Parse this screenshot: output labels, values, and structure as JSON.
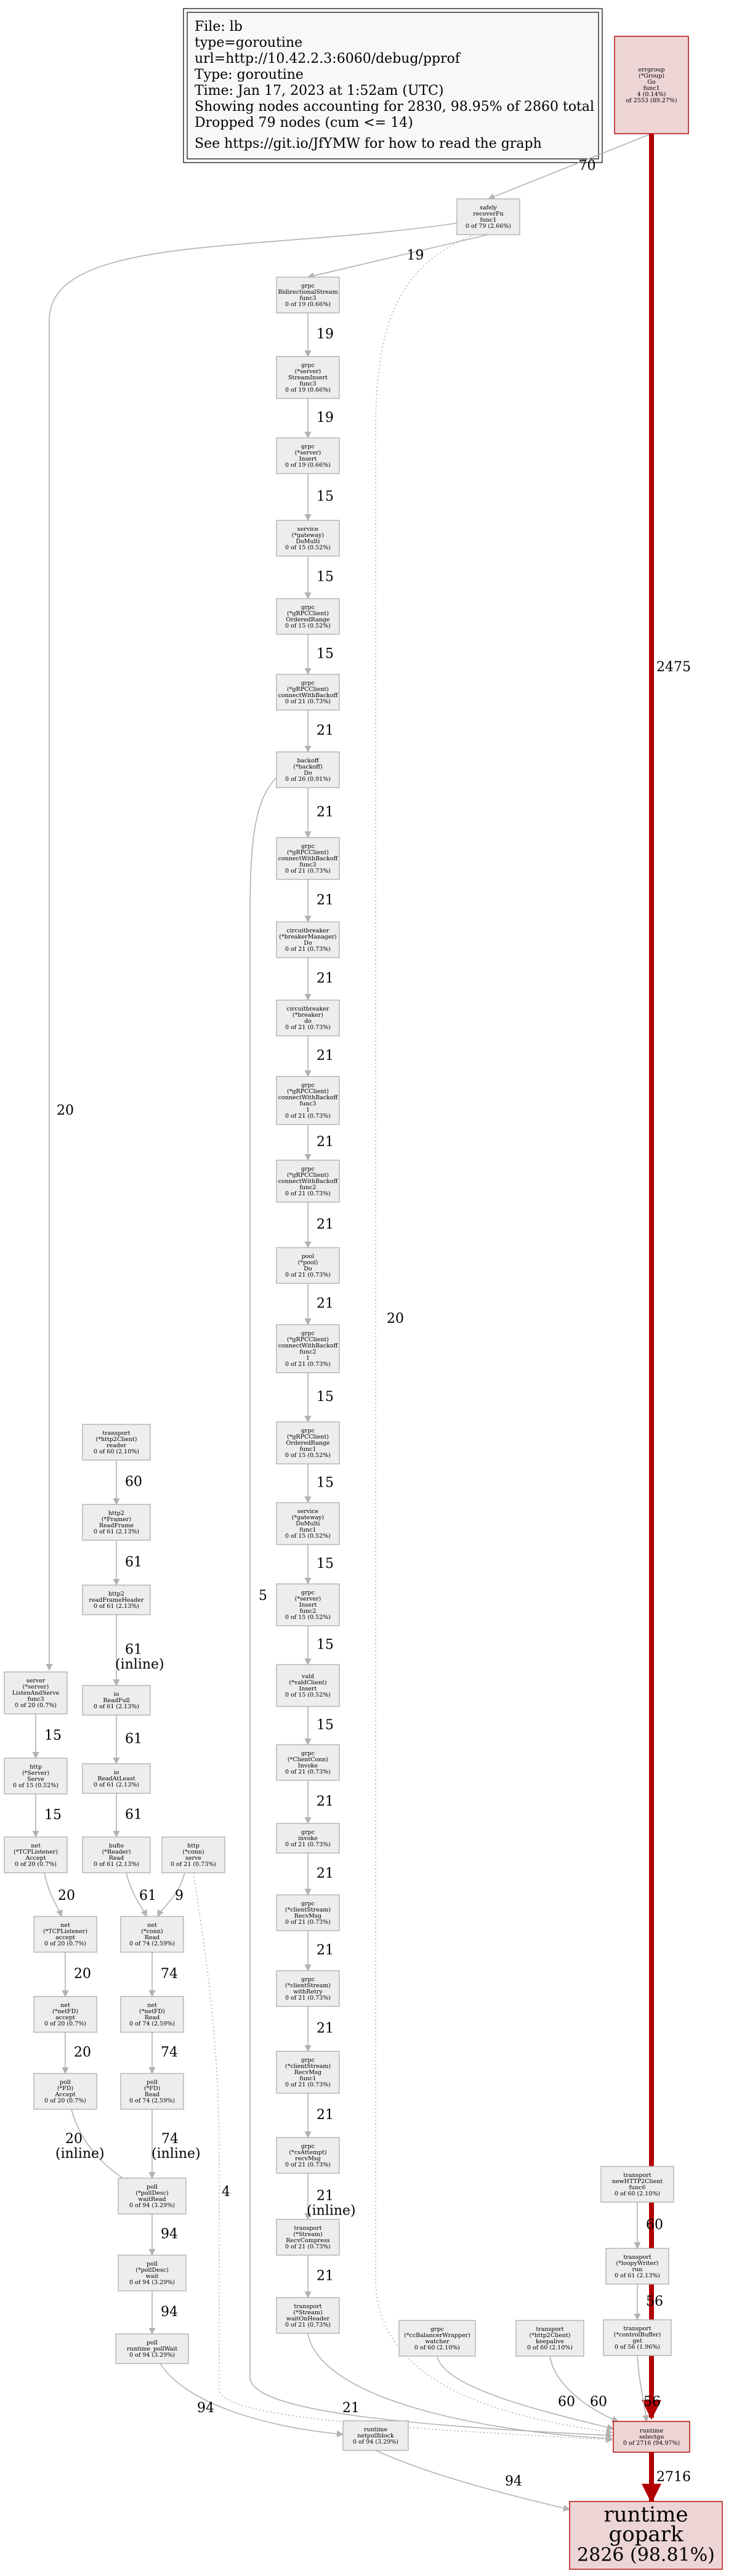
{
  "legend": {
    "lines": [
      "File: lb",
      "type=goroutine",
      "url=http://10.42.2.3:6060/debug/pprof",
      "Type: goroutine",
      "Time: Jan 17, 2023 at 1:52am (UTC)",
      "Showing nodes accounting for 2830, 98.95% of 2860 total",
      "Dropped 79 nodes (cum <= 14)",
      "",
      "See https://git.io/JfYMW for how to read the graph"
    ]
  },
  "colors": {
    "normal_fill": "#ededec",
    "normal_stroke": "#b2b2b0",
    "hot_fill": "#edd5d5",
    "hot_stroke": "#b20000",
    "edge_gray": "#b2b2b0",
    "edge_hot": "#b20000"
  },
  "nodes": [
    {
      "id": "errgroup",
      "lines": [
        "errgroup",
        "(*Group)",
        "Go",
        "func1",
        "4 (0.14%)",
        "of 2553 (89.27%)"
      ],
      "hot": true
    },
    {
      "id": "safely",
      "lines": [
        "safely",
        "recoverFn",
        "func1",
        "0 of 79 (2.66%)"
      ]
    },
    {
      "id": "bidi",
      "lines": [
        "grpc",
        "BidirectionalStream",
        "func3",
        "0 of 19 (0.66%)"
      ]
    },
    {
      "id": "streamInsert",
      "lines": [
        "grpc",
        "(*server)",
        "StreamInsert",
        "func3",
        "0 of 19 (0.66%)"
      ]
    },
    {
      "id": "insert1",
      "lines": [
        "grpc",
        "(*server)",
        "Insert",
        "0 of 19 (0.66%)"
      ]
    },
    {
      "id": "svcDo1",
      "lines": [
        "service",
        "(*gateway)",
        "DoMulti",
        "0 of 15 (0.52%)"
      ]
    },
    {
      "id": "orderedRange",
      "lines": [
        "grpc",
        "(*gRPCClient)",
        "OrderedRange",
        "0 of 15 (0.52%)"
      ]
    },
    {
      "id": "cwb1",
      "lines": [
        "grpc",
        "(*gRPCClient)",
        "connectWithBackoff",
        "0 of 21 (0.73%)"
      ]
    },
    {
      "id": "backoff",
      "lines": [
        "backoff",
        "(*backoff)",
        "Do",
        "0 of 26 (0.91%)"
      ]
    },
    {
      "id": "cwbFunc3",
      "lines": [
        "grpc",
        "(*gRPCClient)",
        "connectWithBackoff",
        "func3",
        "0 of 21 (0.73%)"
      ]
    },
    {
      "id": "cbDo",
      "lines": [
        "circuitbreaker",
        "(*breakerManager)",
        "Do",
        "0 of 21 (0.73%)"
      ]
    },
    {
      "id": "cbdo",
      "lines": [
        "circuitbreaker",
        "(*breaker)",
        "do",
        "0 of 21 (0.73%)"
      ]
    },
    {
      "id": "cwbF3b",
      "lines": [
        "grpc",
        "(*gRPCClient)",
        "connectWithBackoff",
        "func3",
        "1",
        "0 of 21 (0.73%)"
      ]
    },
    {
      "id": "cwbF2",
      "lines": [
        "grpc",
        "(*gRPCClient)",
        "connectWithBackoff",
        "func2",
        "0 of 21 (0.73%)"
      ]
    },
    {
      "id": "poolDo",
      "lines": [
        "pool",
        "(*pool)",
        "Do",
        "0 of 21 (0.73%)"
      ]
    },
    {
      "id": "cwbF2b",
      "lines": [
        "grpc",
        "(*gRPCClient)",
        "connectWithBackoff",
        "func2",
        "1",
        "0 of 21 (0.73%)"
      ]
    },
    {
      "id": "orderedRangeF1",
      "lines": [
        "grpc",
        "(*gRPCClient)",
        "OrderedRange",
        "func1",
        "0 of 15 (0.52%)"
      ]
    },
    {
      "id": "svcDoF1",
      "lines": [
        "service",
        "(*gateway)",
        "DoMulti",
        "func1",
        "0 of 15 (0.52%)"
      ]
    },
    {
      "id": "insertF2",
      "lines": [
        "grpc",
        "(*server)",
        "Insert",
        "func2",
        "0 of 15 (0.52%)"
      ]
    },
    {
      "id": "valdInsert",
      "lines": [
        "vald",
        "(*valdClient)",
        "Insert",
        "0 of 15 (0.52%)"
      ]
    },
    {
      "id": "ccInvoke",
      "lines": [
        "grpc",
        "(*ClientConn)",
        "Invoke",
        "0 of 21 (0.73%)"
      ]
    },
    {
      "id": "invoke",
      "lines": [
        "grpc",
        "invoke",
        "0 of 21 (0.73%)"
      ]
    },
    {
      "id": "csRecvMsg",
      "lines": [
        "grpc",
        "(*clientStream)",
        "RecvMsg",
        "0 of 21 (0.73%)"
      ]
    },
    {
      "id": "csWithRetry",
      "lines": [
        "grpc",
        "(*clientStream)",
        "withRetry",
        "0 of 21 (0.73%)"
      ]
    },
    {
      "id": "csRecvMsgF1",
      "lines": [
        "grpc",
        "(*clientStream)",
        "RecvMsg",
        "func1",
        "0 of 21 (0.73%)"
      ]
    },
    {
      "id": "csaRecvMsg",
      "lines": [
        "grpc",
        "(*csAttempt)",
        "recvMsg",
        "0 of 21 (0.73%)"
      ]
    },
    {
      "id": "recvCompress",
      "lines": [
        "transport",
        "(*Stream)",
        "RecvCompress",
        "0 of 21 (0.73%)"
      ]
    },
    {
      "id": "waitHeader",
      "lines": [
        "transport",
        "(*Stream)",
        "waitOnHeader",
        "0 of 21 (0.73%)"
      ]
    },
    {
      "id": "trReader",
      "lines": [
        "transport",
        "(*http2Client)",
        "reader",
        "0 of 60 (2.10%)"
      ]
    },
    {
      "id": "readFrame",
      "lines": [
        "http2",
        "(*Framer)",
        "ReadFrame",
        "0 of 61 (2.13%)"
      ]
    },
    {
      "id": "readFrameHeader",
      "lines": [
        "http2",
        "readFrameHeader",
        "0 of 61 (2.13%)"
      ]
    },
    {
      "id": "ioReadFull",
      "lines": [
        "io",
        "ReadFull",
        "0 of 61 (2.13%)"
      ]
    },
    {
      "id": "ioReadAtLeast",
      "lines": [
        "io",
        "ReadAtLeast",
        "0 of 61 (2.13%)"
      ]
    },
    {
      "id": "bufioRead",
      "lines": [
        "bufio",
        "(*Reader)",
        "Read",
        "0 of 61 (2.13%)"
      ]
    },
    {
      "id": "httpServe",
      "lines": [
        "http",
        "(*conn)",
        "serve",
        "0 of 21 (0.73%)"
      ]
    },
    {
      "id": "connRead",
      "lines": [
        "net",
        "(*conn)",
        "Read",
        "0 of 74 (2.59%)"
      ]
    },
    {
      "id": "netFDRead",
      "lines": [
        "net",
        "(*netFD)",
        "Read",
        "0 of 74 (2.59%)"
      ]
    },
    {
      "id": "pollFDRead",
      "lines": [
        "poll",
        "(*FD)",
        "Read",
        "0 of 74 (2.59%)"
      ]
    },
    {
      "id": "serverLAS",
      "lines": [
        "server",
        "(*server)",
        "ListenAndServe",
        "func3",
        "0 of 20 (0.7%)"
      ]
    },
    {
      "id": "httpSrvServe",
      "lines": [
        "http",
        "(*Server)",
        "Serve",
        "0 of 15 (0.52%)"
      ]
    },
    {
      "id": "tcpAccept",
      "lines": [
        "net",
        "(*TCPListener)",
        "Accept",
        "0 of 20 (0.7%)"
      ]
    },
    {
      "id": "tcpaccept",
      "lines": [
        "net",
        "(*TCPListener)",
        "accept",
        "0 of 20 (0.7%)"
      ]
    },
    {
      "id": "netFDaccept",
      "lines": [
        "net",
        "(*netFD)",
        "accept",
        "0 of 20 (0.7%)"
      ]
    },
    {
      "id": "pollAccept",
      "lines": [
        "poll",
        "(*FD)",
        "Accept",
        "0 of 20 (0.7%)"
      ]
    },
    {
      "id": "pdWaitRead",
      "lines": [
        "poll",
        "(*pollDesc)",
        "waitRead",
        "0 of 94 (3.29%)"
      ]
    },
    {
      "id": "pdWait",
      "lines": [
        "poll",
        "(*pollDesc)",
        "wait",
        "0 of 94 (3.29%)"
      ]
    },
    {
      "id": "pollWait",
      "lines": [
        "poll",
        "runtime_pollWait",
        "0 of 94 (3.29%)"
      ]
    },
    {
      "id": "netpollblock",
      "lines": [
        "runtime",
        "netpollblock",
        "0 of 94 (3.29%)"
      ]
    },
    {
      "id": "keepalive",
      "lines": [
        "transport",
        "(*http2Client)",
        "keepalive",
        "0 of 60 (2.10%)"
      ]
    },
    {
      "id": "ccbw",
      "lines": [
        "grpc",
        "(*ccBalancerWrapper)",
        "watcher",
        "0 of 60 (2.10%)"
      ]
    },
    {
      "id": "newHTTP2",
      "lines": [
        "transport",
        "newHTTP2Client",
        "func6",
        "0 of 60 (2.10%)"
      ]
    },
    {
      "id": "loopyRun",
      "lines": [
        "transport",
        "(*loopyWriter)",
        "run",
        "0 of 61 (2.13%)"
      ]
    },
    {
      "id": "ctrlGet",
      "lines": [
        "transport",
        "(*controlBuffer)",
        "get",
        "0 of 56 (1.96%)"
      ]
    },
    {
      "id": "selectgo",
      "lines": [
        "runtime",
        "selectgo",
        "0 of 2716 (94.97%)"
      ],
      "hot": true
    },
    {
      "id": "gopark",
      "lines": [
        "runtime",
        "gopark",
        "2826 (98.81%)"
      ],
      "hot": true,
      "big": true
    }
  ],
  "edges": [
    {
      "from": "errgroup",
      "to": "safely",
      "label": "70"
    },
    {
      "from": "errgroup",
      "to": "selectgo",
      "label": "2475",
      "hot": true
    },
    {
      "from": "safely",
      "to": "bidi",
      "label": "19"
    },
    {
      "from": "safely",
      "to": "serverLAS",
      "label": "20"
    },
    {
      "from": "safely",
      "to": "selectgo",
      "label": "20",
      "dashed": true
    },
    {
      "from": "bidi",
      "to": "streamInsert",
      "label": "19"
    },
    {
      "from": "streamInsert",
      "to": "insert1",
      "label": "19"
    },
    {
      "from": "insert1",
      "to": "svcDo1",
      "label": "15"
    },
    {
      "from": "svcDo1",
      "to": "orderedRange",
      "label": "15"
    },
    {
      "from": "orderedRange",
      "to": "cwb1",
      "label": "15"
    },
    {
      "from": "cwb1",
      "to": "backoff",
      "label": "21"
    },
    {
      "from": "backoff",
      "to": "cwbFunc3",
      "label": "21"
    },
    {
      "from": "backoff",
      "to": "selectgo",
      "label": "5"
    },
    {
      "from": "cwbFunc3",
      "to": "cbDo",
      "label": "21"
    },
    {
      "from": "cbDo",
      "to": "cbdo",
      "label": "21"
    },
    {
      "from": "cbdo",
      "to": "cwbF3b",
      "label": "21"
    },
    {
      "from": "cwbF3b",
      "to": "cwbF2",
      "label": "21"
    },
    {
      "from": "cwbF2",
      "to": "poolDo",
      "label": "21"
    },
    {
      "from": "poolDo",
      "to": "cwbF2b",
      "label": "21"
    },
    {
      "from": "cwbF2b",
      "to": "orderedRangeF1",
      "label": "15"
    },
    {
      "from": "orderedRangeF1",
      "to": "svcDoF1",
      "label": "15"
    },
    {
      "from": "svcDoF1",
      "to": "insertF2",
      "label": "15"
    },
    {
      "from": "insertF2",
      "to": "valdInsert",
      "label": "15"
    },
    {
      "from": "valdInsert",
      "to": "ccInvoke",
      "label": "15"
    },
    {
      "from": "ccInvoke",
      "to": "invoke",
      "label": "21"
    },
    {
      "from": "invoke",
      "to": "csRecvMsg",
      "label": "21"
    },
    {
      "from": "csRecvMsg",
      "to": "csWithRetry",
      "label": "21"
    },
    {
      "from": "csWithRetry",
      "to": "csRecvMsgF1",
      "label": "21"
    },
    {
      "from": "csRecvMsgF1",
      "to": "csaRecvMsg",
      "label": "21"
    },
    {
      "from": "csaRecvMsg",
      "to": "recvCompress",
      "label": "21",
      "label2": "(inline)"
    },
    {
      "from": "recvCompress",
      "to": "waitHeader",
      "label": "21"
    },
    {
      "from": "waitHeader",
      "to": "selectgo",
      "label": "21"
    },
    {
      "from": "trReader",
      "to": "readFrame",
      "label": "60"
    },
    {
      "from": "readFrame",
      "to": "readFrameHeader",
      "label": "61"
    },
    {
      "from": "readFrameHeader",
      "to": "ioReadFull",
      "label": "61",
      "label2": "(inline)"
    },
    {
      "from": "ioReadFull",
      "to": "ioReadAtLeast",
      "label": "61"
    },
    {
      "from": "ioReadAtLeast",
      "to": "bufioRead",
      "label": "61"
    },
    {
      "from": "bufioRead",
      "to": "connRead",
      "label": "61"
    },
    {
      "from": "httpServe",
      "to": "connRead",
      "label": "9"
    },
    {
      "from": "httpServe",
      "to": "selectgo",
      "label": "4",
      "dashed": true
    },
    {
      "from": "connRead",
      "to": "netFDRead",
      "label": "74"
    },
    {
      "from": "netFDRead",
      "to": "pollFDRead",
      "label": "74"
    },
    {
      "from": "pollFDRead",
      "to": "pdWaitRead",
      "label": "74",
      "label2": "(inline)"
    },
    {
      "from": "serverLAS",
      "to": "httpSrvServe",
      "label": "15"
    },
    {
      "from": "httpSrvServe",
      "to": "tcpAccept",
      "label": "15"
    },
    {
      "from": "tcpAccept",
      "to": "tcpaccept",
      "label": "20"
    },
    {
      "from": "tcpaccept",
      "to": "netFDaccept",
      "label": "20"
    },
    {
      "from": "netFDaccept",
      "to": "pollAccept",
      "label": "20"
    },
    {
      "from": "pollAccept",
      "to": "pdWaitRead",
      "label": "20",
      "label2": "(inline)"
    },
    {
      "from": "pdWaitRead",
      "to": "pdWait",
      "label": "94"
    },
    {
      "from": "pdWait",
      "to": "pollWait",
      "label": "94"
    },
    {
      "from": "pollWait",
      "to": "netpollblock",
      "label": "94"
    },
    {
      "from": "netpollblock",
      "to": "gopark",
      "label": "94"
    },
    {
      "from": "ccbw",
      "to": "selectgo",
      "label": "60"
    },
    {
      "from": "keepalive",
      "to": "selectgo",
      "label": "60"
    },
    {
      "from": "newHTTP2",
      "to": "loopyRun",
      "label": "60"
    },
    {
      "from": "loopyRun",
      "to": "ctrlGet",
      "label": "56"
    },
    {
      "from": "ctrlGet",
      "to": "selectgo",
      "label": "56"
    },
    {
      "from": "selectgo",
      "to": "gopark",
      "label": "2716",
      "hot": true
    }
  ]
}
